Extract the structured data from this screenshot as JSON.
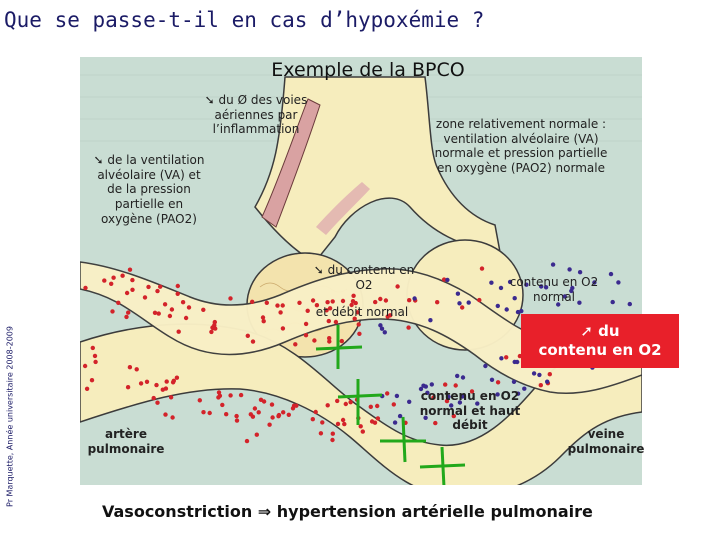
{
  "title": "Que se passe-t-il en cas d’hypoxémie ?",
  "credit": "Pr Marquette, Année universitaire 2008-2009",
  "subtitle": "Exemple de la BPCO",
  "labels": {
    "airway_diam_1": "➘ du Ø des voies",
    "airway_diam_2": "aériennes par",
    "airway_diam_3": "l’inflammation",
    "vent_low_1": "➘ de la ventilation",
    "vent_low_2": "alvéolaire (VA) et",
    "vent_low_3": "de la pression",
    "vent_low_4": "partielle en",
    "vent_low_5": "oxygène (PAO2)",
    "normal_zone_1": "zone relativement normale :",
    "normal_zone_2": "ventilation alvéolaire (VA)",
    "normal_zone_3": "normale et pression partielle",
    "normal_zone_4": "en oxygène (PAO2) normale",
    "o2_low_1": "➘ du contenu en",
    "o2_low_2": "O2",
    "flow_normal": "et débit normal",
    "o2_normal_1": "contenu en O2",
    "o2_normal_2": "normal",
    "o2_high_flow_1": "contenu en O2",
    "o2_high_flow_2": "normal et haut",
    "o2_high_flow_3": "débit",
    "artery_1": "artère",
    "artery_2": "pulmonaire",
    "vein_1": "veine",
    "vein_2": "pulmonaire"
  },
  "alert_box": {
    "line1": "➚ du",
    "line2": "contenu en O2"
  },
  "footer": "Vasoconstriction ⇒ hypertension artérielle pulmonaire",
  "colors": {
    "background_panel": "#c9ddd3",
    "vessel_fill": "#f6edbd",
    "vessel_stroke": "#3b3b3b",
    "dots_red": "#d3232a",
    "dots_blue": "#3b2a8f",
    "constriction_marks": "#22a81b",
    "alert_red": "#e8202a"
  }
}
